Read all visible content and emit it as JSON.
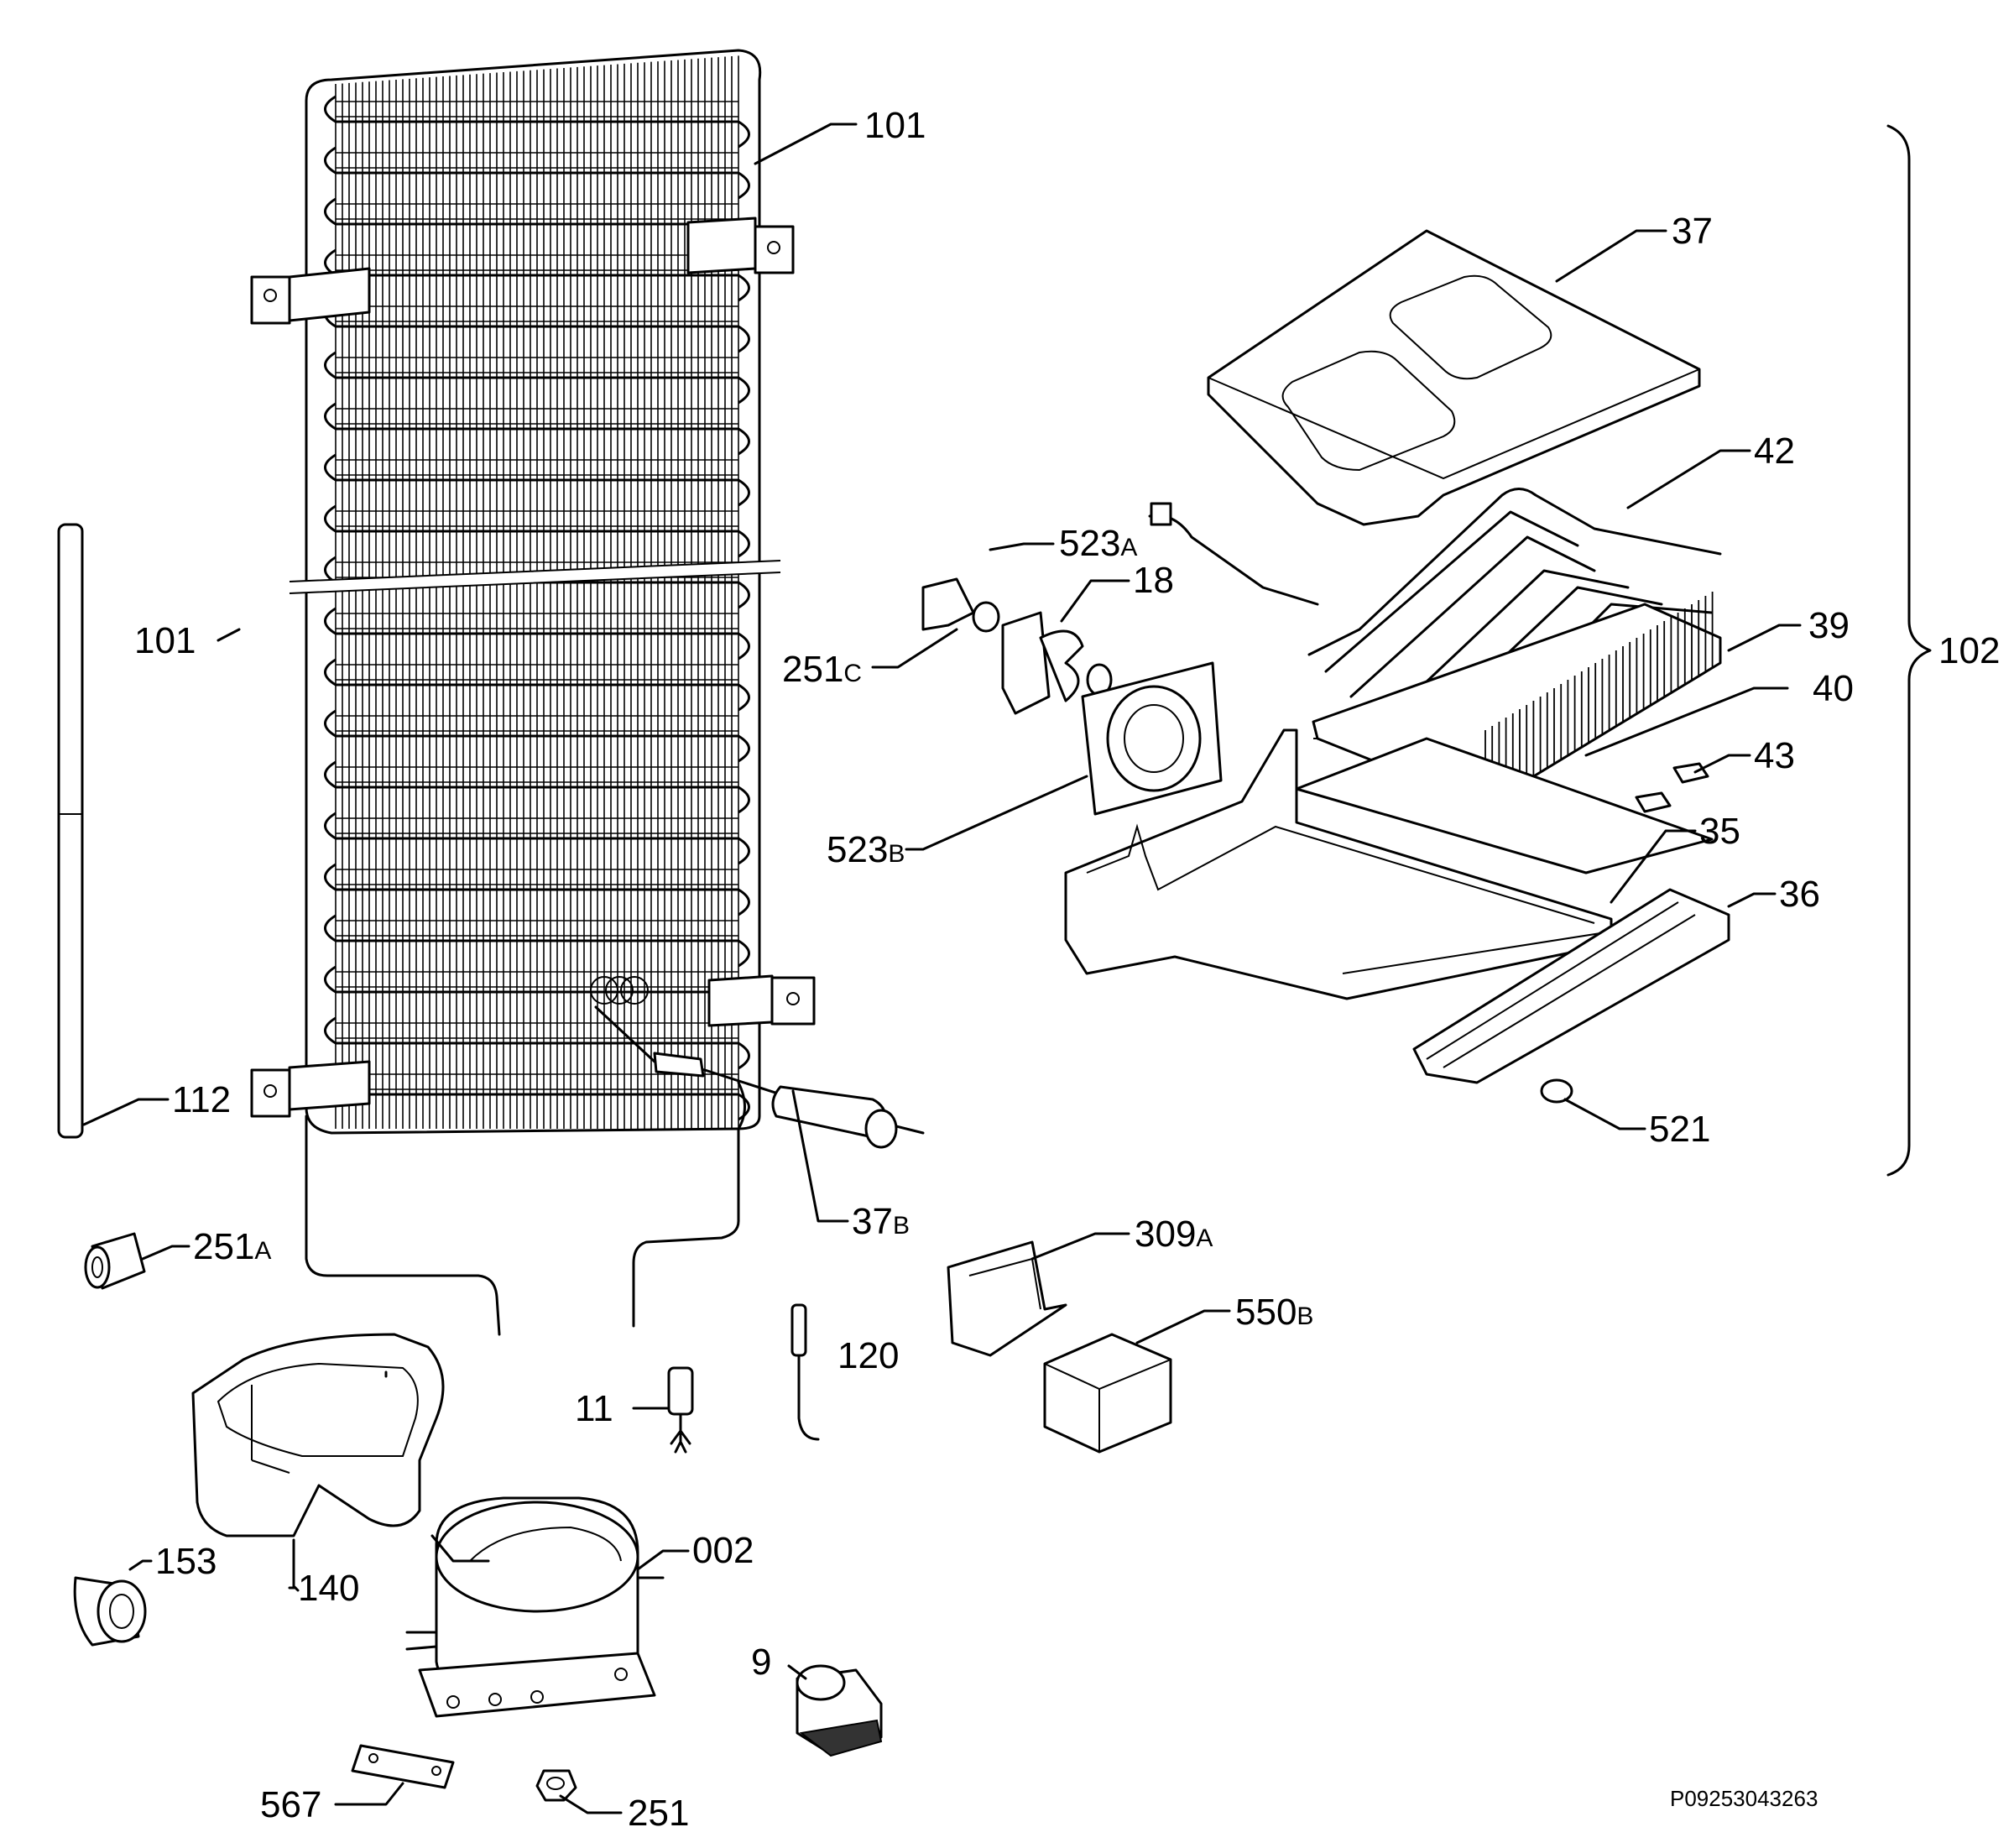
{
  "labels": {
    "p002": "002",
    "p9": "9",
    "p11": "11",
    "p18": "18",
    "p35": "35",
    "p36": "36",
    "p37": "37",
    "p37b_num": "37",
    "p37b_suf": "B",
    "p39": "39",
    "p40": "40",
    "p42": "42",
    "p43": "43",
    "p101_top": "101",
    "p101_left": "101",
    "p102": "102",
    "p112": "112",
    "p120": "120",
    "p140": "140",
    "p153": "153",
    "p251": "251",
    "p251a_num": "251",
    "p251a_suf": "A",
    "p251c_num": "251",
    "p251c_suf": "C",
    "p309a_num": "309",
    "p309a_suf": "A",
    "p521": "521",
    "p523a_num": "523",
    "p523a_suf": "A",
    "p523b_num": "523",
    "p523b_suf": "B",
    "p550b_num": "550",
    "p550b_suf": "B",
    "p567": "567"
  },
  "document_code": "P09253043263"
}
